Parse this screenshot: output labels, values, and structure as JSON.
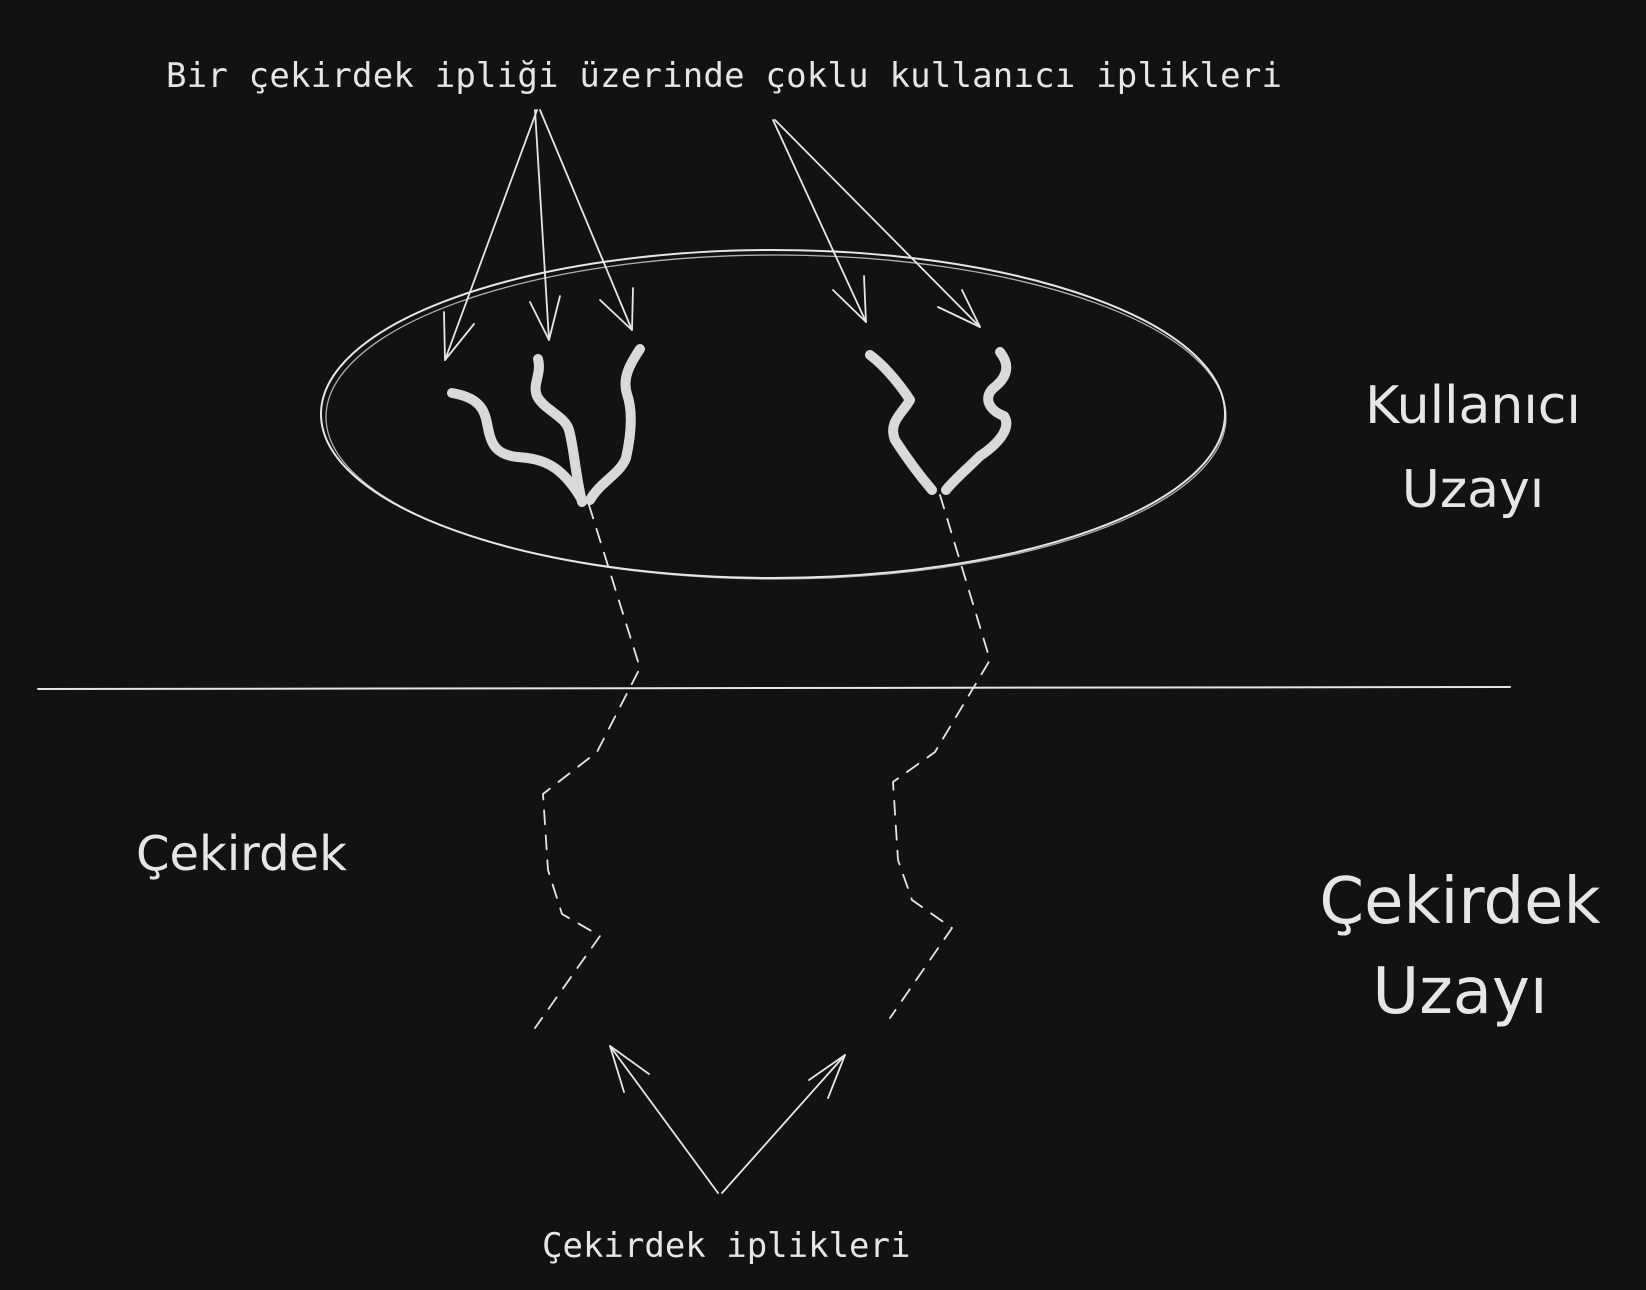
{
  "labels": {
    "title": "Bir çekirdek ipliği üzerinde çoklu kullanıcı iplikleri",
    "user_space": [
      "Kullanıcı",
      "Uzayı"
    ],
    "kernel": "Çekirdek",
    "kernel_space": [
      "Çekirdek",
      "Uzayı"
    ],
    "kernel_threads": "Çekirdek iplikleri"
  },
  "colors": {
    "background": "#121212",
    "stroke": "#e6e6e6",
    "thread": "#d9d9d9"
  }
}
